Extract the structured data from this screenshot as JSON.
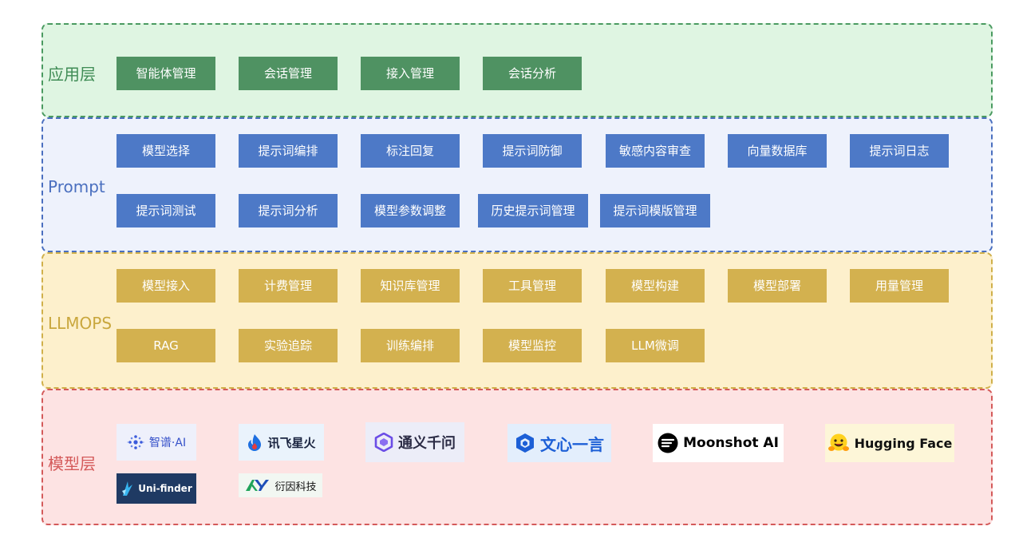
{
  "layers": {
    "app": {
      "label": "应用层",
      "modules": [
        "智能体管理",
        "会话管理",
        "接入管理",
        "会话分析"
      ]
    },
    "prompt": {
      "label": "Prompt",
      "modules": [
        "模型选择",
        "提示词编排",
        "标注回复",
        "提示词防御",
        "敏感内容审查",
        "向量数据库",
        "提示词日志",
        "提示词测试",
        "提示词分析",
        "模型参数调整",
        "历史提示词管理",
        "提示词模版管理"
      ]
    },
    "llmops": {
      "label": "LLMOPS",
      "modules": [
        "模型接入",
        "计费管理",
        "知识库管理",
        "工具管理",
        "模型构建",
        "模型部署",
        "用量管理",
        "RAG",
        "实验追踪",
        "训练编排",
        "模型监控",
        "LLM微调"
      ]
    },
    "model": {
      "label": "模型层",
      "providers": [
        {
          "name": "智谱·AI",
          "icon": "zhipu-logo-icon"
        },
        {
          "name": "讯飞星火",
          "icon": "iflytek-logo-icon"
        },
        {
          "name": "通义千问",
          "icon": "tongyi-logo-icon"
        },
        {
          "name": "文心一言",
          "icon": "wenxin-logo-icon"
        },
        {
          "name": "Moonshot AI",
          "icon": "moonshot-logo-icon"
        },
        {
          "name": "Hugging Face",
          "icon": "hugging-face-emoji-icon"
        },
        {
          "name": "Uni-finder",
          "icon": "uni-finder-logo-icon"
        },
        {
          "name": "衍因科技",
          "icon": "yanyin-logo-icon"
        }
      ]
    }
  },
  "colors": {
    "app_border": "#4a9a60",
    "app_bg": "#dff5e2",
    "app_module": "#4f9262",
    "prompt_border": "#4a6fbf",
    "prompt_bg": "#eef2fc",
    "prompt_module": "#4d79c7",
    "llmops_border": "#d0b04a",
    "llmops_bg": "#fdf0cc",
    "llmops_module": "#d3b14f",
    "model_border": "#d45a5a",
    "model_bg": "#fde3e3"
  }
}
